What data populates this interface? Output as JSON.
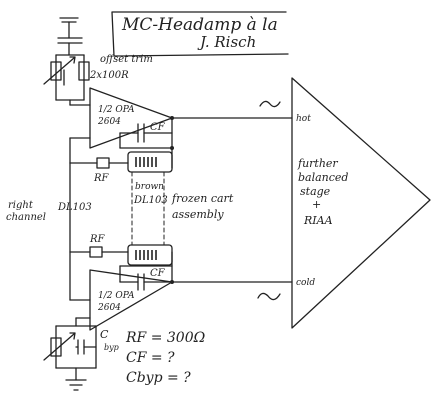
{
  "title": {
    "line1": "MC-Headamp à la",
    "line2": "J. Risch"
  },
  "labels": {
    "offset_trim": "offset trim",
    "offset_value": "2x100R",
    "opamp_top_a": "1/2 OPA",
    "opamp_top_b": "2604",
    "opamp_bottom_a": "1/2 OPA",
    "opamp_bottom_b": "2604",
    "cf_top": "CF",
    "cf_bottom": "CF",
    "rf_top": "RF",
    "rf_bottom": "RF",
    "brown": "brown",
    "dl103_mid": "DL103",
    "frozen_line1": "frozen cart",
    "frozen_line2": "assembly",
    "right_channel_a": "right",
    "right_channel_b": "channel",
    "dl103_left": "DL103",
    "c_byp_a": "C",
    "c_byp_b": "byp",
    "hot": "hot",
    "cold": "cold",
    "further_1": "further",
    "further_2": "balanced",
    "further_3": "stage",
    "further_4": "+",
    "further_5": "RIAA",
    "eq_rf": "RF = 300Ω",
    "eq_cf": "CF = ?",
    "eq_cbyp": "Cbyp = ?"
  }
}
